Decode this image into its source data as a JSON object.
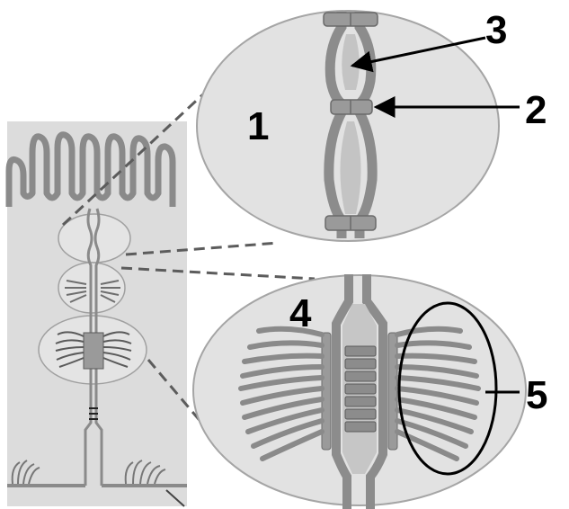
{
  "labels": {
    "n1": "1",
    "n2": "2",
    "n3": "3",
    "n4": "4",
    "n5": "5"
  },
  "colors": {
    "panel": "#dcdcdc",
    "ellipse_fill": "#e2e2e2",
    "membrane": "#8c8c8c",
    "membrane_dark": "#5a5a5a",
    "inner": "#b4b4b4",
    "dash": "#5c5c5c",
    "text": "#000000"
  }
}
